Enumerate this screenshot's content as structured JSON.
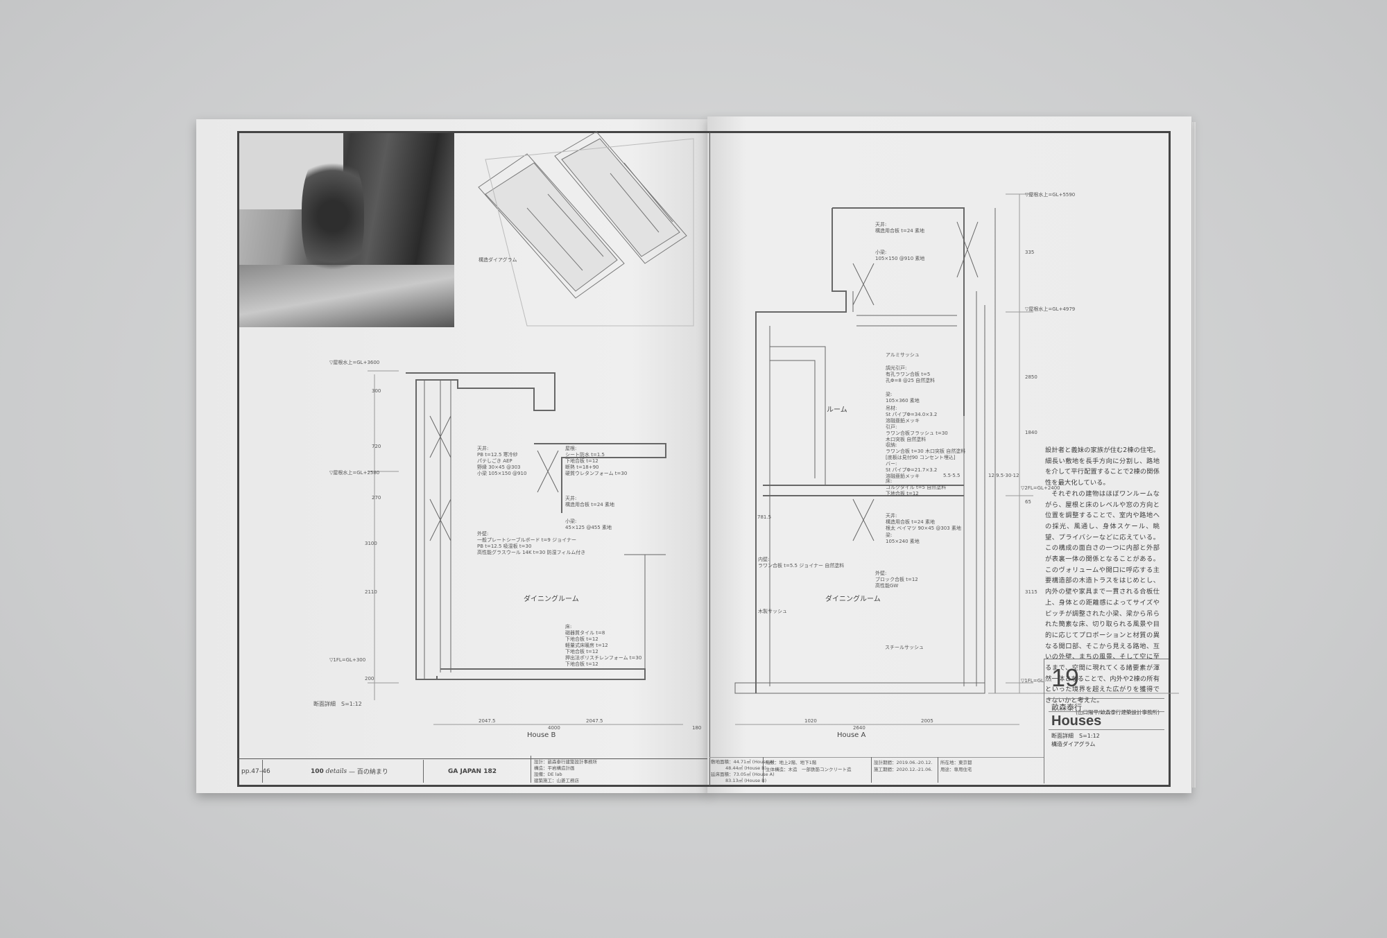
{
  "left_page": {
    "diagram_label": "構造ダイアグラム",
    "room_label": "ダイニングルーム",
    "house_label": "House B",
    "scale_label": "断面詳細　S=1:12",
    "levels": [
      "▽屋根水上=GL+3600",
      "▽屋根水上=GL+2580",
      "▽1FL=GL+300"
    ],
    "notes": [
      "天井:\nPB t=12.5 寒冷紗\nパテしごき AEP\n野縁 30×45 @303\n小梁 105×150 @910",
      "屋根:\nシート防水 t=1.5\n下地合板 t=12\n断熱 t=18+90\n硬質ウレタンフォーム t=30",
      "天井:\n構造用合板 t=24 素地",
      "小梁:\n45×125 @455 素地",
      "外壁:\n一般プレートシーブルボード t=9 ジョイナー\nPB t=12.5 吸湿板 t=30\n高性能グラスウール 14K t=30 防湿フィルム付き",
      "床:\n磁器質タイル t=8\n下地合板 t=12\n軽量式床暖房 t=12\n下地合板 t=12\n押出法ポリスチレンフォーム t=30\n下地合板 t=12"
    ],
    "dimensions": [
      "300",
      "720",
      "270",
      "3100",
      "2110",
      "200",
      "2047.5",
      "2047.5",
      "4000",
      "180"
    ],
    "footer": {
      "pages": "pp.47–46",
      "series_num": "100",
      "series_title": "details",
      "series_sub": "— 百の納まり",
      "magazine": "GA JAPAN 182",
      "credits": [
        "設計：畝森泰行建築設計事務所",
        "構造：平岩構造計画",
        "設備：DE lab",
        "建築施工：山菱工務店"
      ]
    }
  },
  "right_page": {
    "room_label_dining": "ダイニングルーム",
    "room_label": "ルーム",
    "house_label": "House A",
    "levels": [
      "▽屋根水上=GL+5590",
      "▽屋根水上=GL+4979",
      "▽2FL=GL+2400",
      "▽1FL=GL"
    ],
    "notes": [
      "天井:\n構造用合板 t=24 素地",
      "小梁:\n105×150 @910 素地",
      "アルミサッシュ",
      "調光引戸:\n有孔ラワン合板 t=5\n孔Φ=8 @25 自然塗料",
      "梁:\n105×360 素地",
      "吊材:\nSt パイプΦ=34.0×3.2\n溶融亜鉛メッキ",
      "引戸:\nラワン合板フラッシュ t=30\n木口突板 自然塗料",
      "収納:\nラワン合板 t=30 木口突板 自然塗料\n[底板は見付90 コンセント埋込]",
      "バー:\nSt パイプΦ=21.7×3.2\n溶融亜鉛メッキ",
      "床:\nコルクタイル t=5 自然塗料\n下地合板 t=12",
      "天井:\n構造用合板 t=24 素地\n根太 ベイマツ 90×45 @303 素地",
      "梁:\n105×240 素地",
      "内壁:\nラワン合板 t=5.5 ジョイナー 自然塗料",
      "外壁:\nブロック合板 t=12\n高性能GW",
      "木製サッシュ",
      "スチールサッシュ"
    ],
    "dimensions": [
      "335",
      "2850",
      "1840",
      "65",
      "12·9.5·30·12",
      "5.5·5.5",
      "781.5",
      "1020",
      "2640",
      "2005",
      "3115"
    ],
    "essay": [
      "設計者と義妹の家族が住む2棟の住宅。細長い敷地を長手方向に分割し、路地を介して平行配置することで2棟の関係性を最大化している。",
      "それぞれの建物はほぼワンルームながら、屋根と床のレベルや窓の方向と位置を調整することで、室内や路地への採光、風通し、身体スケール、眺望、プライバシーなどに応えている。この構成の面白さの一つに内部と外部が表裏一体の関係となることがある。このヴォリュームや開口に呼応する主要構造部の木造トラスをはじめとし、内外の壁や家具まで一貫される合板仕上、身体との距離感によってサイズやピッチが調整された小梁、梁から吊られた簡素な床、切り取られる風景や目的に応じてプロポーションと材質の異なる開口部、そこから見える路地、互いの外壁、まちの風景、そして空に至るまで、空間に現れてくる諸要素が渾然一体となることで、内外や2棟の所有といった境界を超えた広がりを獲得できないかと考えた。"
    ],
    "essay_credit": "(山口陽平/畝森泰行建築設計事務所)",
    "title_block": {
      "number": "19",
      "architect": "畝森泰行",
      "title": "Houses",
      "subtitle1": "断面詳細　S=1:12",
      "subtitle2": "構造ダイアグラム"
    },
    "footer": {
      "site_area": [
        "敷地面積：44.71㎡ (House A)",
        "48.44㎡ (House B)"
      ],
      "floor_area": [
        "延床面積：73.05㎡ (House A)",
        "83.13㎡ (House B)"
      ],
      "floors": "階数：地上2階、地下1階",
      "structure": "主体構造：木造　一部鉄筋コンクリート造",
      "design_period": "設計期間：2019.06.-20.12.",
      "construction_period": "施工期間：2020.12.-21.06.",
      "location": "所在地：東京都",
      "use": "用途：専用住宅"
    }
  }
}
